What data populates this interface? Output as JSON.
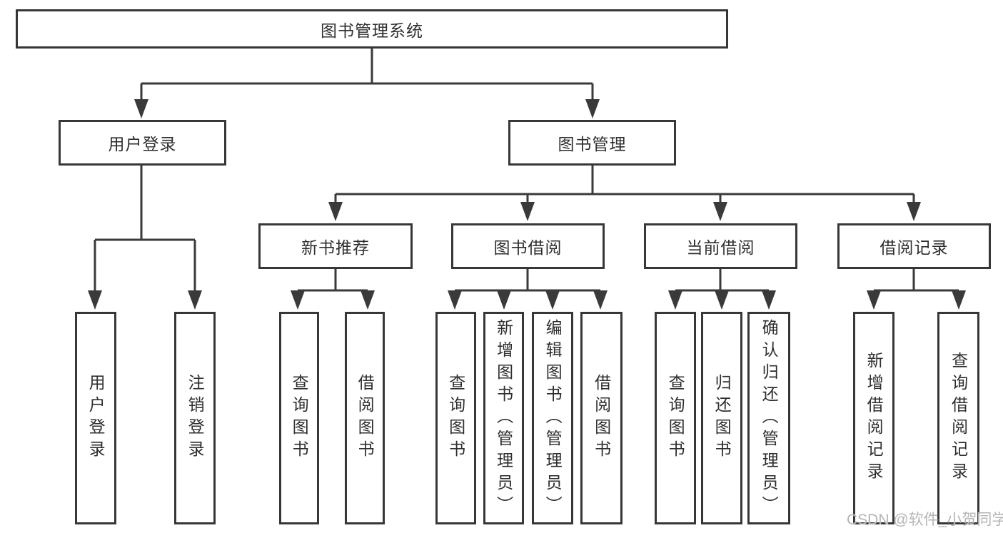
{
  "diagram": {
    "title_node": {
      "label": "图书管理系统"
    },
    "level2": [
      {
        "label": "用户登录"
      },
      {
        "label": "图书管理"
      }
    ],
    "level3": [
      {
        "label": "新书推荐"
      },
      {
        "label": "图书借阅"
      },
      {
        "label": "当前借阅"
      },
      {
        "label": "借阅记录"
      }
    ],
    "leaves": {
      "user_login": [
        "用户登录",
        "注销登录"
      ],
      "new_book": [
        "查询图书",
        "借阅图书"
      ],
      "book_borrow": [
        "查询图书",
        "新增图书（管理员）",
        "编辑图书（管理员）",
        "借阅图书"
      ],
      "current_borrow": [
        "查询图书",
        "归还图书",
        "确认归还（管理员）"
      ],
      "borrow_record": [
        "新增借阅记录",
        "查询借阅记录"
      ]
    }
  },
  "watermark": {
    "text": "CSDN @软件_小贺同学"
  },
  "colors": {
    "line": "#3a3a3a",
    "box_border": "#373737",
    "text": "#2e2e2e",
    "watermark": "#b5b5b5",
    "background": "#ffffff"
  }
}
